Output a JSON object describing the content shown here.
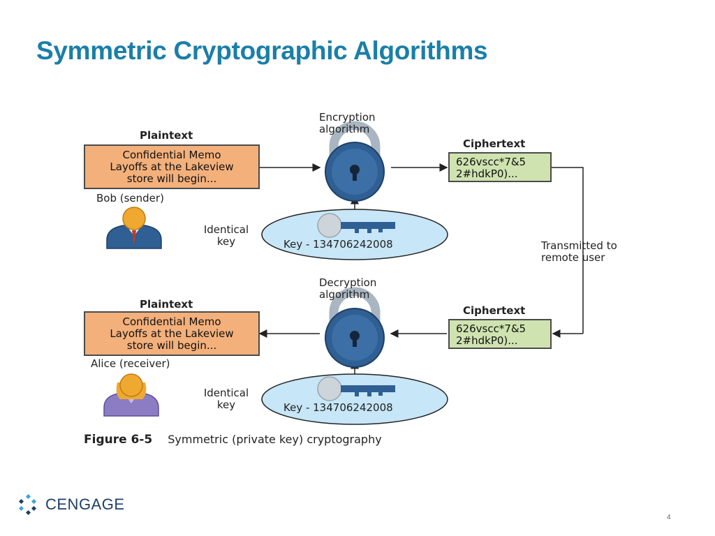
{
  "slide": {
    "title": "Symmetric Cryptographic Algorithms",
    "page_number": "4"
  },
  "diagram": {
    "top": {
      "plaintext_label": "Plaintext",
      "plaintext_lines": [
        "Confidential Memo",
        "Layoffs at the Lakeview",
        "store will begin..."
      ],
      "person_label": "Bob (sender)",
      "algorithm_label_1": "Encryption",
      "algorithm_label_2": "algorithm",
      "key_label_1": "Identical",
      "key_label_2": "key",
      "key_text": "Key - 134706242008",
      "ciphertext_label": "Ciphertext",
      "ciphertext_lines": [
        "626vscc*7&5",
        "2#hdkP0)..."
      ]
    },
    "transmit_label_1": "Transmitted to",
    "transmit_label_2": "remote user",
    "bottom": {
      "plaintext_label": "Plaintext",
      "plaintext_lines": [
        "Confidential Memo",
        "Layoffs at the Lakeview",
        "store will begin..."
      ],
      "person_label": "Alice (receiver)",
      "algorithm_label_1": "Decryption",
      "algorithm_label_2": "algorithm",
      "key_label_1": "Identical",
      "key_label_2": "key",
      "key_text": "Key - 134706242008",
      "ciphertext_label": "Ciphertext",
      "ciphertext_lines": [
        "626vscc*7&5",
        "2#hdkP0)..."
      ]
    },
    "caption_number": "Figure 6-5",
    "caption_text": "Symmetric (private key) cryptography"
  },
  "colors": {
    "title": "#1a7fa8",
    "plaintext_box": "#f3b07b",
    "ciphertext_box": "#cfe3b0",
    "key_ellipse": "#c7e6f7",
    "padlock_body": "#2f5f93",
    "bob_suit": "#2f5f93",
    "alice_suit": "#8b7cc4",
    "person_head": "#f0a930"
  },
  "icons": {
    "padlock": "padlock-icon",
    "key": "key-icon",
    "person": "person-icon",
    "logo": "cengage-logo"
  },
  "logo_text": "CENGAGE"
}
